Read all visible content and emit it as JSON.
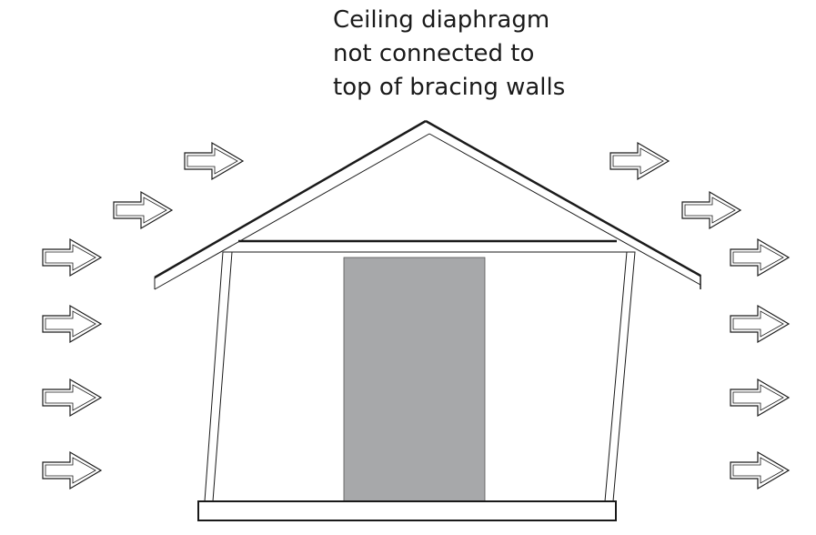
{
  "caption": {
    "lines": [
      "Ceiling diaphragm",
      "not connected to",
      "top of bracing walls"
    ]
  },
  "colors": {
    "line": "#1a1a1a",
    "door": "#a7a8aa",
    "background": "#ffffff"
  },
  "wind_arrows": {
    "left_count": 6,
    "right_count": 6,
    "direction": "right"
  }
}
